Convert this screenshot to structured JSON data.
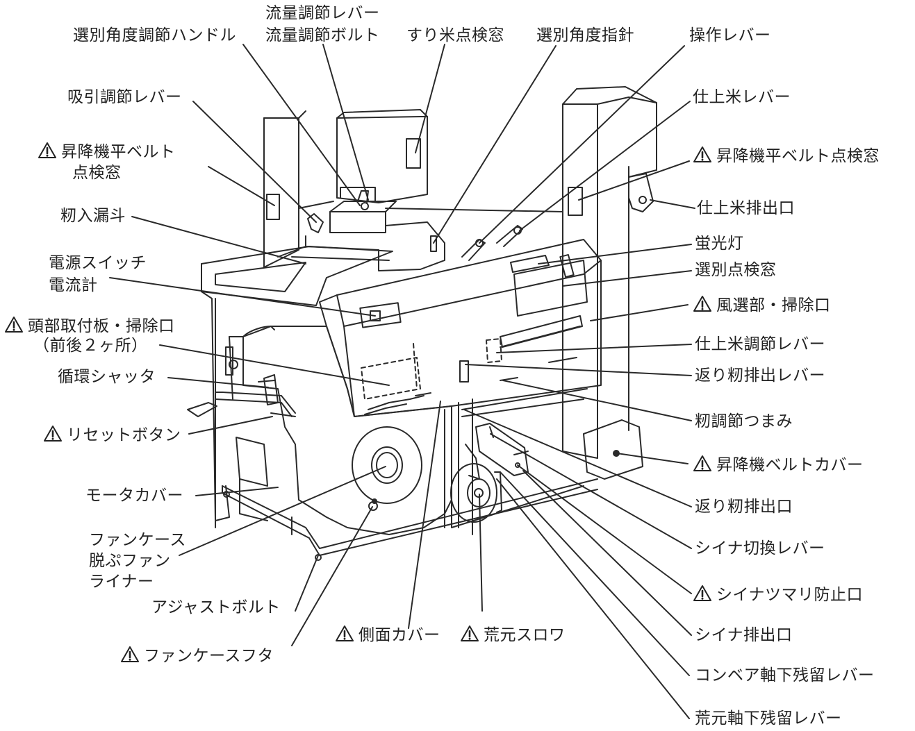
{
  "colors": {
    "ink": "#222222",
    "paper": "#ffffff",
    "line": "#2a2a2a"
  },
  "labels": {
    "flow_lever": "流量調節レバー",
    "flow_bolt": "流量調節ボルト",
    "sort_angle_handle": "選別角度調節ハンドル",
    "hulled_rice_window": "すり米点検窓",
    "sort_angle_pointer": "選別角度指針",
    "operation_lever": "操作レバー",
    "suction_lever": "吸引調節レバー",
    "finished_rice_lever": "仕上米レバー",
    "elevator_belt_window_left_1": "昇降機平ベルト",
    "elevator_belt_window_left_2": "点検窓",
    "elevator_belt_window_right": "昇降機平ベルト点検窓",
    "finished_rice_outlet": "仕上米排出口",
    "paddy_hopper": "籾入漏斗",
    "fluorescent_lamp": "蛍光灯",
    "power_switch": "電源スイッチ",
    "ammeter": "電流計",
    "sorting_window": "選別点検窓",
    "head_plate_1": "頭部取付板・掃除口",
    "head_plate_2": "（前後２ヶ所）",
    "wind_cleanout": "風選部・掃除口",
    "finished_rice_adj_lever": "仕上米調節レバー",
    "return_paddy_lever": "返り籾排出レバー",
    "circulation_shutter": "循環シャッタ",
    "paddy_knob": "籾調節つまみ",
    "reset_button": "リセットボタン",
    "elevator_belt_cover": "昇降機ベルトカバー",
    "motor_cover": "モータカバー",
    "return_paddy_outlet": "返り籾排出口",
    "fan_case": "ファンケース",
    "husking_fan": "脱ぷファン",
    "liner": "ライナー",
    "shiina_switch_lever": "シイナ切換レバー",
    "shiina_jam_port": "シイナツマリ防止口",
    "adjust_bolt": "アジャストボルト",
    "side_cover": "側面カバー",
    "aramoto_thrower": "荒元スロワ",
    "shiina_outlet": "シイナ排出口",
    "fan_case_lid": "ファンケースフタ",
    "conveyor_residue_lever": "コンベア軸下残留レバー",
    "aramoto_residue_lever": "荒元軸下残留レバー"
  }
}
